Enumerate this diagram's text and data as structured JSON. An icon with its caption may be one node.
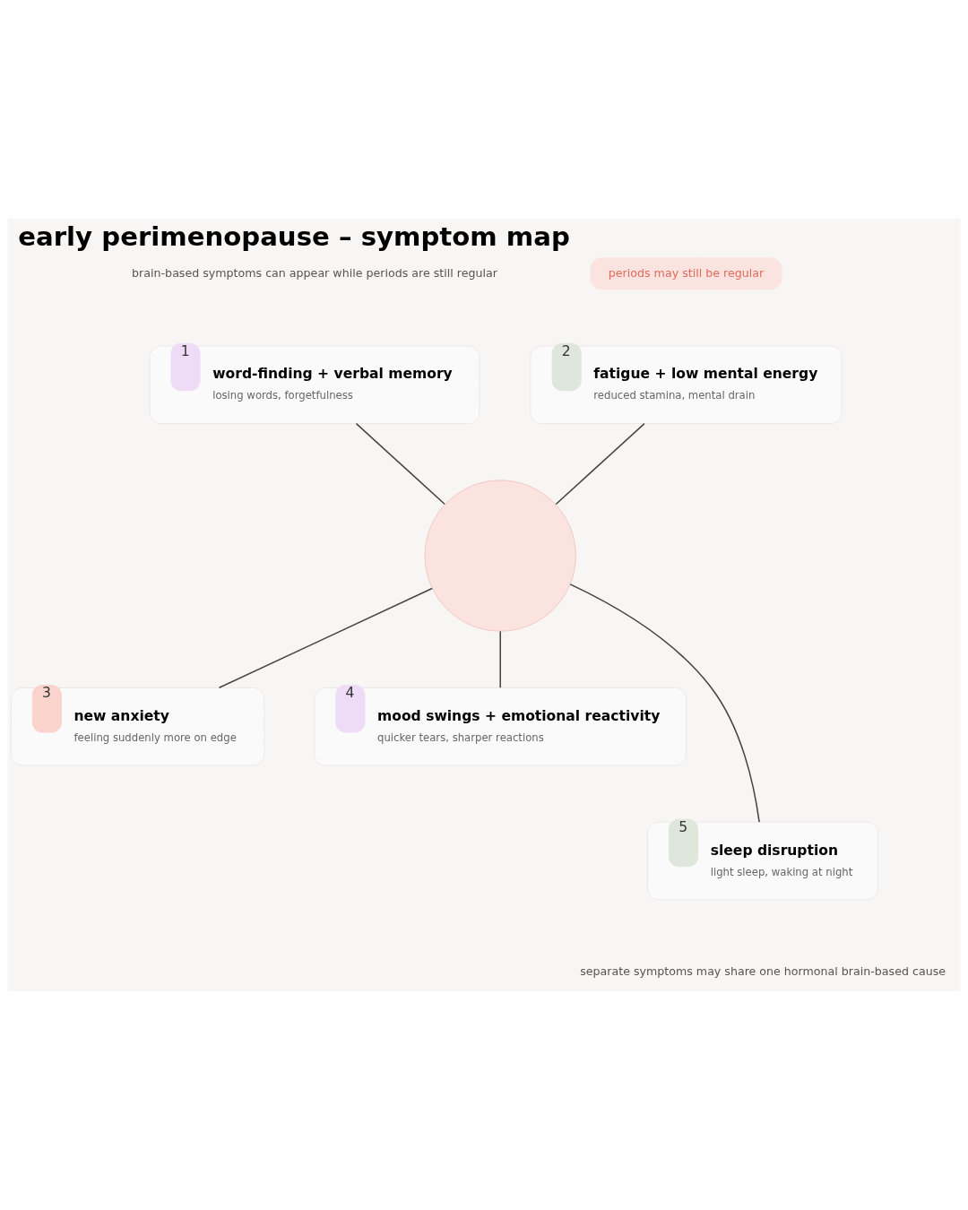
{
  "diagram": {
    "title": "early perimenopause – symptom map",
    "nodes": [
      {
        "text": [
          "periods may still be regular"
        ]
      },
      {
        "text": [
          "1",
          "word-finding + verbal memory",
          "losing words, forgetfulness"
        ]
      },
      {
        "text": [
          "2",
          "fatigue + low mental energy",
          "reduced stamina, mental drain"
        ]
      },
      {
        "text": [],
        "shape": "circle"
      },
      {
        "text": [
          "3",
          "new anxiety",
          "feeling suddenly more on edge"
        ]
      },
      {
        "text": [
          "4",
          "mood swings + emotional reactivity",
          "quicker tears, sharper reactions"
        ]
      },
      {
        "text": [
          "5",
          "sleep disruption",
          "light sleep, waking at night"
        ]
      }
    ],
    "edges": [
      {
        "from": 1,
        "to": 3,
        "arrow": "none"
      },
      {
        "from": 2,
        "to": 3,
        "arrow": "none"
      },
      {
        "from": 4,
        "to": 3,
        "arrow": "none"
      },
      {
        "from": 5,
        "to": 3,
        "arrow": "none"
      },
      {
        "from": 6,
        "to": 3,
        "arrow": "none"
      }
    ],
    "labels": [
      "brain-based symptoms can appear while periods are still regular",
      "separate symptoms may share one hormonal brain-based cause"
    ]
  }
}
